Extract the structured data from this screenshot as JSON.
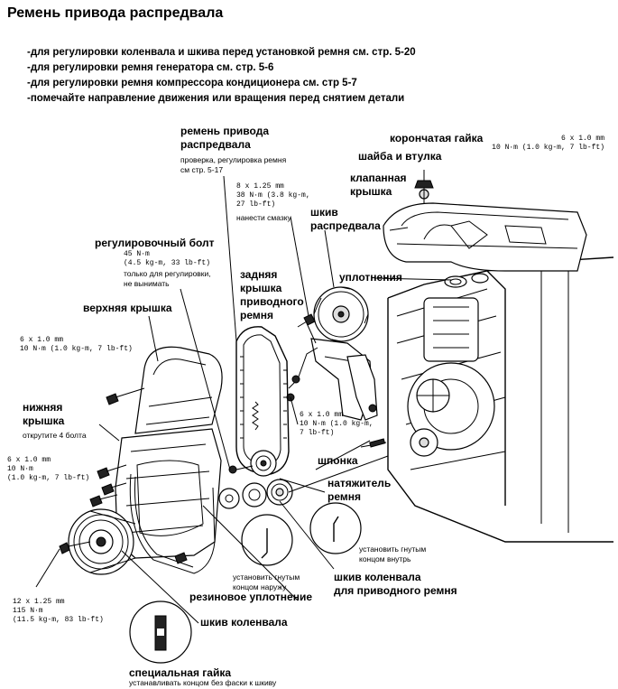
{
  "title": "Ремень привода распредвала",
  "notes": [
    "-для регулировки коленвала и шкива перед установкой ремня см. стр. 5-20",
    "-для регулировки ремня генератора см. стр. 5-6",
    "-для регулировки ремня компрессора кондиционера см. стр 5-7",
    "-помечайте направление движения или вращения перед снятием детали"
  ],
  "labels": {
    "timing_belt": "ремень привода\nраспредвала",
    "timing_belt_note": "проверка, регулировка ремня\nсм стр. 5-17",
    "crown_nut": "корончатая гайка",
    "crown_nut_spec": "6 x 1.0 mm\n10 N·m (1.0 kg-m, 7 lb-ft)",
    "washer_sleeve": "шайба и втулка",
    "valve_cover": "клапанная\nкрышка",
    "cam_pulley": "шкив\nраспредвала",
    "cam_bolt_spec": "8 x 1.25 mm\n38 N·m (3.8 kg-m,\n27 lb-ft)",
    "apply_grease": "нанести смазку",
    "adjust_bolt": "регулировочный болт",
    "adjust_bolt_spec": "45 N·m\n(4.5 kg-m, 33 lb-ft)",
    "adjust_bolt_note": "только для регулировки,\nне вынимать",
    "seals": "уплотнения",
    "rear_cover": "задняя\nкрышка\nприводного\nремня",
    "upper_cover": "верхняя крышка",
    "upper_bolt_spec": "6 x 1.0 mm\n10 N·m (1.0 kg-m, 7 lb-ft)",
    "lower_cover": "нижняя\nкрышка",
    "lower_cover_note": "открутите 4 болта",
    "lower_bolt_spec": "6 x 1.0 mm\n10 N·m\n(1.0 kg-m, 7 lb-ft)",
    "tensioner_bolt_spec": "6 x 1.0 mm\n10 N·m (1.0 kg-m,\n7 lb-ft)",
    "key": "шпонка",
    "tensioner": "натяжитель\nремня",
    "install_inward": "установить гнутым\nконцом внутрь",
    "install_outward": "установить гнутым\nконцом наружу",
    "crank_belt_pulley": "шкив коленвала\nдля приводного ремня",
    "rubber_seal": "резиновое уплотнение",
    "crank_bolt_spec": "12 x 1.25 mm\n115 N·m\n(11.5 kg-m, 83 lb-ft)",
    "crank_pulley": "шкив коленвала",
    "special_nut": "специальная гайка",
    "special_nut_note": "устанавливать концом без фаски к шкиву"
  },
  "colors": {
    "ink": "#000000",
    "paper": "#ffffff"
  }
}
